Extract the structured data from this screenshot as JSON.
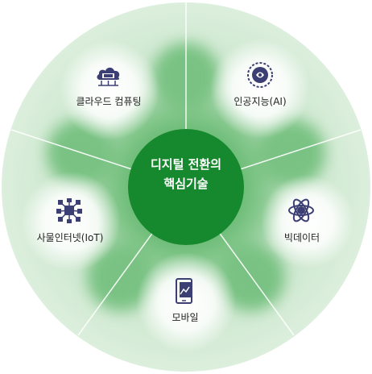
{
  "center": {
    "line1": "디지털 전환의",
    "line2": "핵심기술"
  },
  "nodes": [
    {
      "id": "cloud",
      "label": "클라우드 컴퓨팅",
      "icon": "cloud-computing-icon"
    },
    {
      "id": "ai",
      "label": "인공지능(AI)",
      "icon": "ai-brain-icon"
    },
    {
      "id": "bigdata",
      "label": "빅데이터",
      "icon": "atom-icon"
    },
    {
      "id": "mobile",
      "label": "모바일",
      "icon": "mobile-phone-icon"
    },
    {
      "id": "iot",
      "label": "사물인터넷(IoT)",
      "icon": "network-nodes-icon"
    }
  ],
  "colors": {
    "outer": "#d8ecd9",
    "ring": "#b4dab7",
    "gear": "#5fb769",
    "center": "#168a2f",
    "icon": "#3b3f73"
  }
}
